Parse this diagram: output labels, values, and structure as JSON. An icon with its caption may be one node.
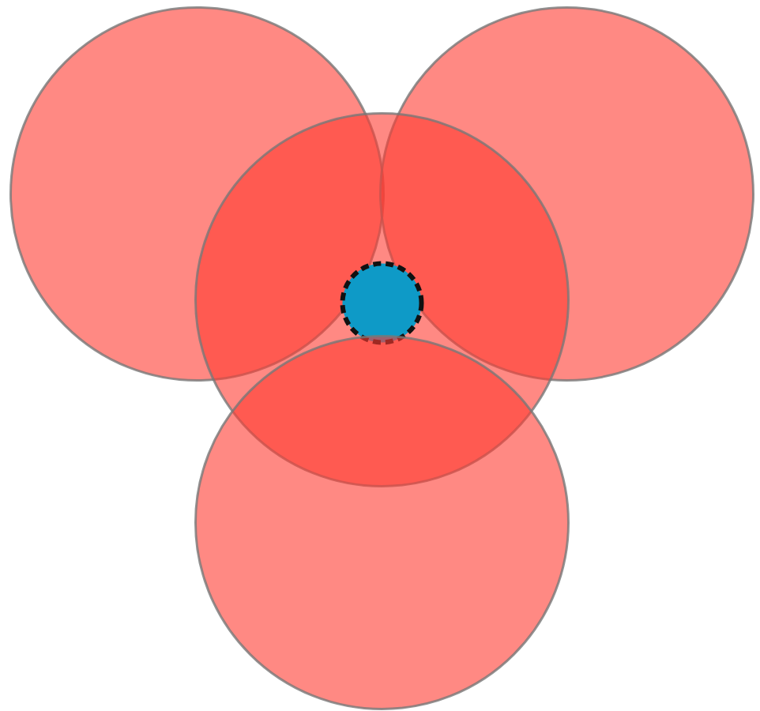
{
  "diagram": {
    "nodes": [
      {
        "text": [],
        "shape": "circle"
      },
      {
        "text": [],
        "shape": "circle"
      },
      {
        "text": [],
        "shape": "circle"
      },
      {
        "text": [],
        "shape": "circle"
      },
      {
        "text": [],
        "shape": "circle",
        "in": 2
      }
    ]
  }
}
